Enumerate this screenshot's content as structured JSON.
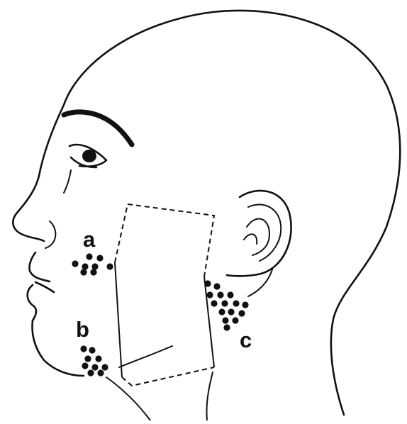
{
  "labels": {
    "a": "a",
    "b": "b",
    "c": "c"
  },
  "colors": {
    "line": "#111111",
    "background": "#ffffff"
  }
}
